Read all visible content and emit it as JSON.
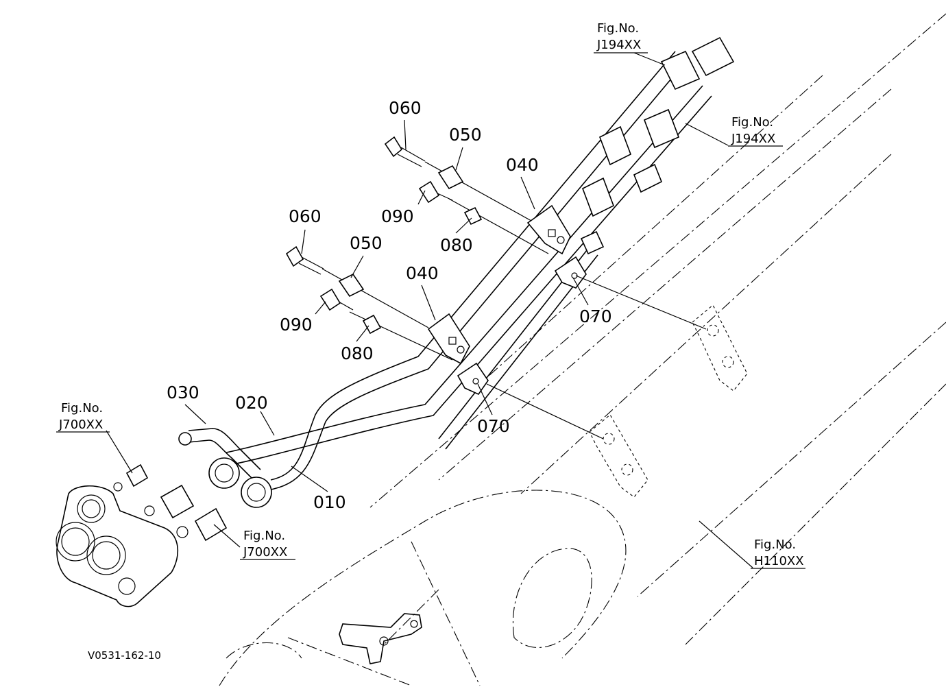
{
  "diagram_code": "V0531-162-10",
  "callouts": [
    {
      "id": "c010",
      "label": "010"
    },
    {
      "id": "c020",
      "label": "020"
    },
    {
      "id": "c030",
      "label": "030"
    },
    {
      "id": "c040a",
      "label": "040"
    },
    {
      "id": "c040b",
      "label": "040"
    },
    {
      "id": "c050a",
      "label": "050"
    },
    {
      "id": "c050b",
      "label": "050"
    },
    {
      "id": "c060a",
      "label": "060"
    },
    {
      "id": "c060b",
      "label": "060"
    },
    {
      "id": "c070a",
      "label": "070"
    },
    {
      "id": "c070b",
      "label": "070"
    },
    {
      "id": "c080a",
      "label": "080"
    },
    {
      "id": "c080b",
      "label": "080"
    },
    {
      "id": "c090a",
      "label": "090"
    },
    {
      "id": "c090b",
      "label": "090"
    }
  ],
  "figure_refs": [
    {
      "id": "f1",
      "prefix": "Fig.No.",
      "number": "J194XX"
    },
    {
      "id": "f2",
      "prefix": "Fig.No.",
      "number": "J194XX"
    },
    {
      "id": "f3",
      "prefix": "Fig.No.",
      "number": "J700XX"
    },
    {
      "id": "f4",
      "prefix": "Fig.No.",
      "number": "J700XX"
    },
    {
      "id": "f5",
      "prefix": "Fig.No.",
      "number": "H110XX"
    }
  ]
}
